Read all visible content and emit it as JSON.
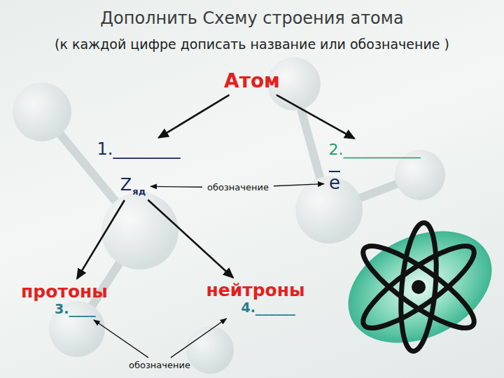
{
  "diagram": {
    "title": "Дополнить Схему строения атома",
    "nodes": [
      {
        "text": [
          "Атом"
        ]
      },
      {
        "text": [
          "1.________"
        ]
      },
      {
        "text": [
          "2.__________"
        ]
      },
      {
        "text": [
          "Z",
          "яд"
        ]
      },
      {
        "text": [
          "e"
        ]
      },
      {
        "text": [
          "протоны",
          "3.____"
        ]
      },
      {
        "text": [
          "нейтроны",
          "4.______"
        ]
      },
      {
        "text": [
          "обозначение"
        ]
      },
      {
        "text": [
          "обозначение"
        ]
      }
    ],
    "edges": [
      {
        "from": 0,
        "to": 1,
        "arrow": "to"
      },
      {
        "from": 0,
        "to": 2,
        "arrow": "to"
      },
      {
        "from": 3,
        "to": 5,
        "arrow": "to"
      },
      {
        "from": 3,
        "to": 6,
        "arrow": "to"
      },
      {
        "from": 7,
        "to": 3,
        "arrow": "to"
      },
      {
        "from": 7,
        "to": 4,
        "arrow": "to"
      },
      {
        "from": 8,
        "to": 5,
        "arrow": "to"
      },
      {
        "from": 8,
        "to": 6,
        "arrow": "to"
      }
    ],
    "labels": [
      "(к каждой цифре дописать название или обозначение )"
    ]
  }
}
